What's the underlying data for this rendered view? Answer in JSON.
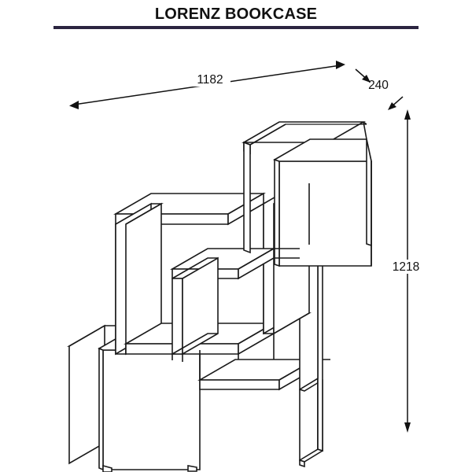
{
  "page": {
    "title": "LORENZ BOOKCASE",
    "background_color": "#ffffff",
    "rule_color": "#2b2440",
    "line_color": "#1a1a1a"
  },
  "drawing": {
    "name": "lorenz-bookcase-technical-drawing",
    "projection": "oblique",
    "units": "mm"
  },
  "dimensions": {
    "width": {
      "label": "1182",
      "axis": "horizontal-width",
      "name": "width-dimension"
    },
    "depth": {
      "label": "240",
      "axis": "depth",
      "name": "depth-dimension"
    },
    "height": {
      "label": "1218",
      "axis": "vertical-height",
      "name": "height-dimension"
    }
  },
  "parts": [
    {
      "name": "top-right-cabinet",
      "type": "closed-cabinet-with-door"
    },
    {
      "name": "upper-left-shelf-box",
      "type": "open-shelf-box"
    },
    {
      "name": "center-cube-shelf",
      "type": "open-shelf-box"
    },
    {
      "name": "right-vertical-panel",
      "type": "side-panel"
    },
    {
      "name": "lower-horizontal-shelf",
      "type": "shelf"
    },
    {
      "name": "bottom-left-cabinet",
      "type": "closed-cabinet-with-door"
    },
    {
      "name": "right-foot-panel",
      "type": "leg-panel"
    }
  ]
}
